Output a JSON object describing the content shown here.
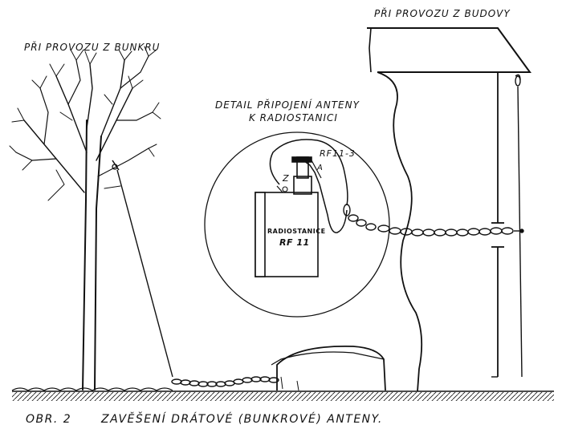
{
  "labels": {
    "bunker_mode": "PŘI PROVOZU Z BUNKRU",
    "building_mode": "PŘI PROVOZU Z BUDOVY",
    "detail_line1": "DETAIL PŘIPOJENÍ ANTENY",
    "detail_line2": "K RADIOSTANICI",
    "connector": "RF11-3",
    "a_mark": "A",
    "z_mark": "Z",
    "radio_line1": "RADIOSTANICE",
    "radio_line2": "RF 11"
  },
  "caption": {
    "number": "OBR. 2",
    "text": "ZAVĚŠENÍ DRÁTOVÉ (BUNKROVÉ) ANTENY."
  },
  "colors": {
    "ink": "#111111",
    "paper": "#ffffff"
  }
}
